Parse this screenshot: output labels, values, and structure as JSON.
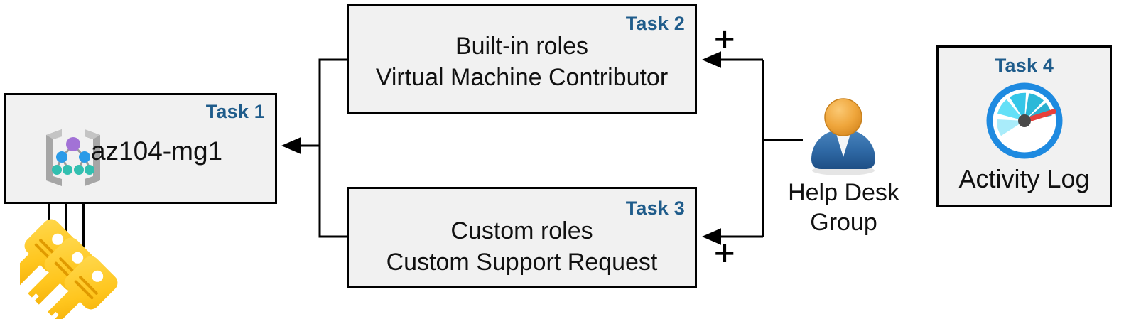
{
  "diagram": {
    "title": "Azure RBAC task diagram",
    "colors": {
      "box_fill": "#F1F1F1",
      "box_border": "#000000",
      "task_label": "#1F5C8B",
      "text": "#111111",
      "key_yellow": "#FFC91C",
      "gauge_blue": "#1E8AE0",
      "gauge_needle": "#E8403A",
      "user_head": "#E8A33D",
      "user_body": "#2E6DA4",
      "mg_root": "#A272D6",
      "mg_mid": "#2A9BE8",
      "mg_leaf": "#32BFB0"
    },
    "nodes": [
      {
        "id": "task1",
        "tag": "Task 1",
        "label": "az104-mg1",
        "icon": "management-group-icon"
      },
      {
        "id": "task2",
        "tag": "Task 2",
        "line1": "Built-in roles",
        "line2": "Virtual Machine Contributor"
      },
      {
        "id": "task3",
        "tag": "Task 3",
        "line1": "Custom roles",
        "line2": "Custom Support Request"
      },
      {
        "id": "task4",
        "tag": "Task 4",
        "label": "Activity Log",
        "icon": "gauge-icon"
      }
    ],
    "actor": {
      "icon": "user-group-icon",
      "line1": "Help Desk",
      "line2": "Group"
    },
    "keys": {
      "icon": "keys-icon",
      "count": 3
    },
    "connectors": {
      "plus_top": "+",
      "plus_bottom": "+"
    }
  }
}
